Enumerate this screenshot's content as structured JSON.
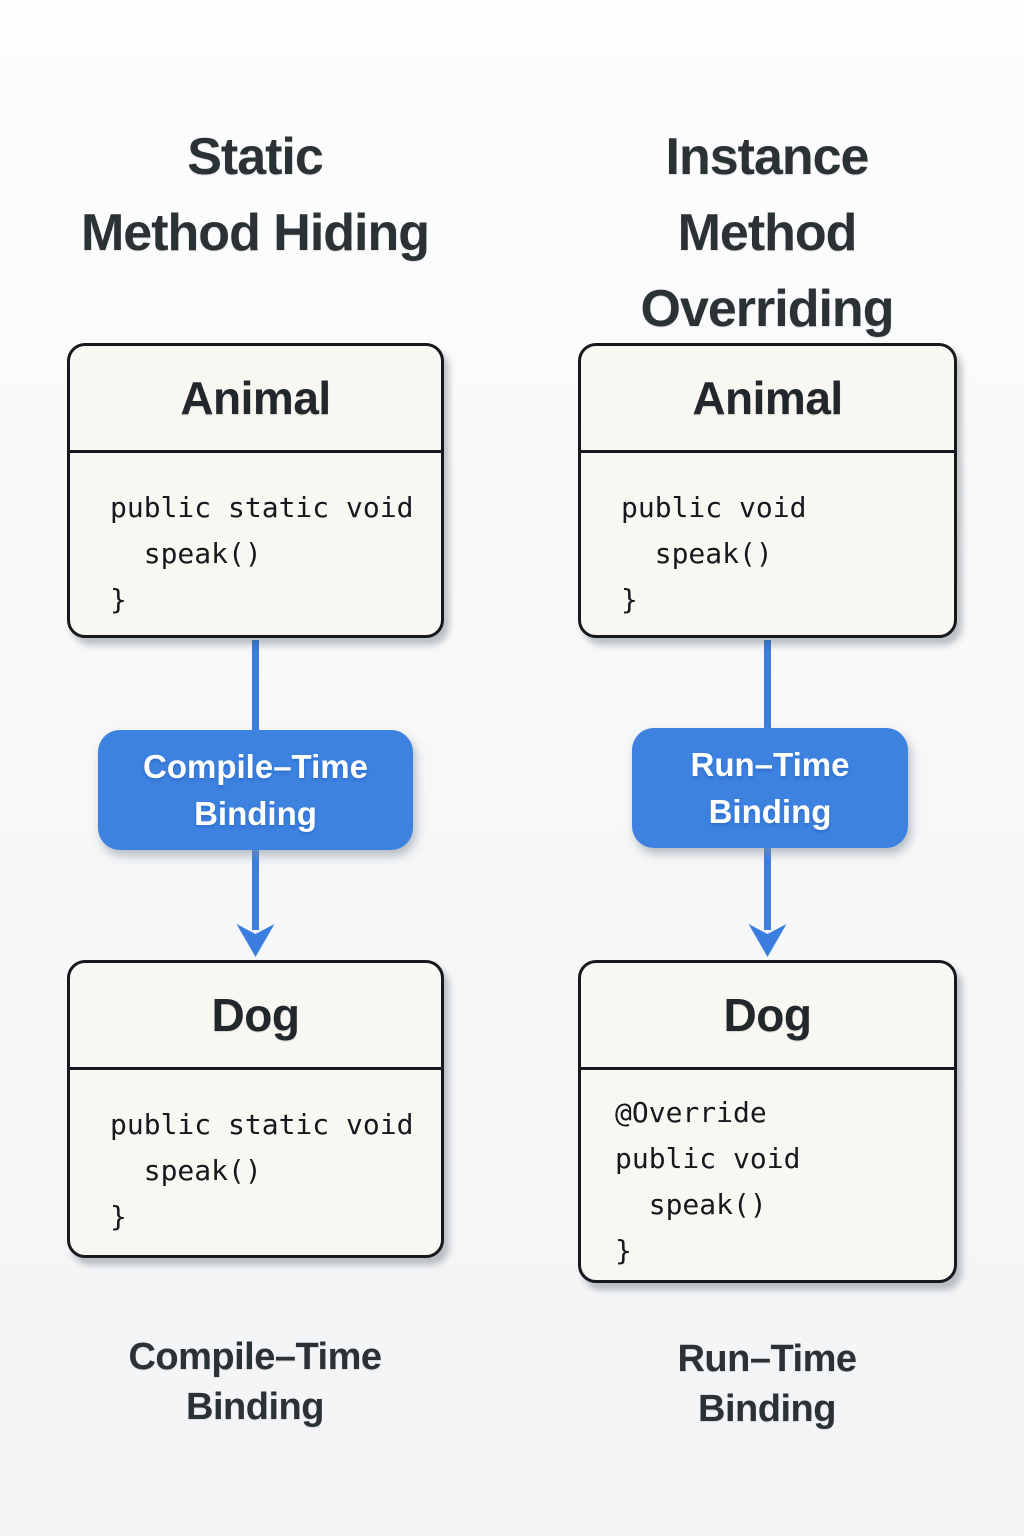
{
  "colors": {
    "accent_blue": "#3e82e0",
    "box_background": "#f9f7f1",
    "box_border": "#16191d",
    "heading_text": "#2b3236",
    "badge_text": "#ffffff"
  },
  "columns": [
    {
      "title": "Static\nMethod Hiding",
      "top_class": {
        "name": "Animal",
        "code": "public static void\n  speak()\n}"
      },
      "badge_label": "Compile–Time\nBinding",
      "bottom_class": {
        "name": "Dog",
        "code": "public static void\n  speak()\n}"
      },
      "footer_label": "Compile–Time\nBinding"
    },
    {
      "title": "Instance\nMethod\nOverriding",
      "top_class": {
        "name": "Animal",
        "code": "public void\n  speak()\n}"
      },
      "badge_label": "Run–Time\nBinding",
      "bottom_class": {
        "name": "Dog",
        "code": "@Override\npublic void\n  speak()\n}"
      },
      "footer_label": "Run–Time\nBinding"
    }
  ]
}
